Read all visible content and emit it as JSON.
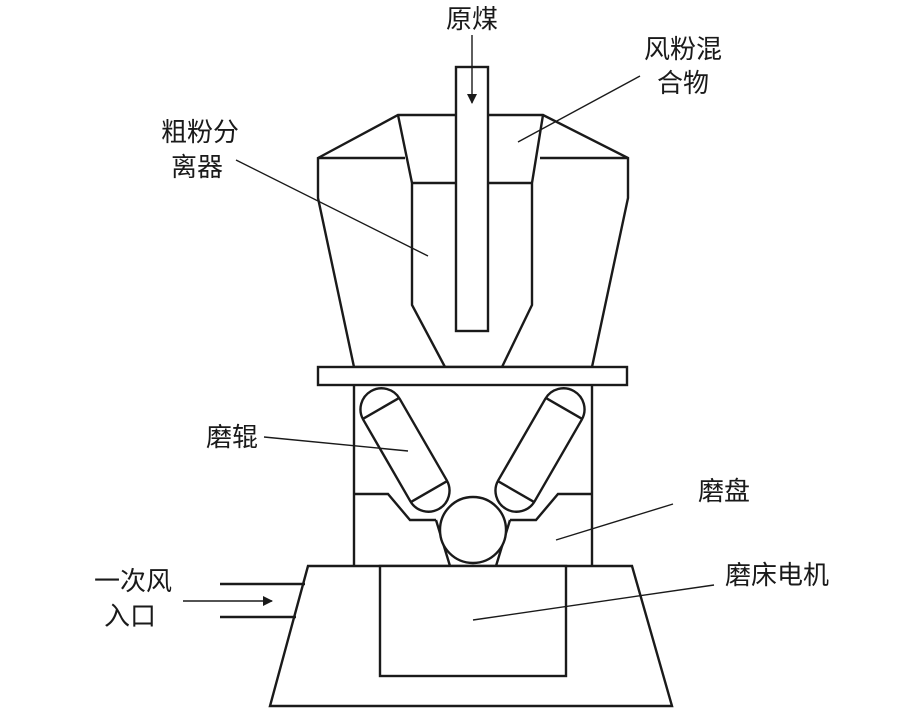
{
  "labels": {
    "raw_coal": "原煤",
    "air_powder_1": "风粉混",
    "air_powder_2": "合物",
    "separator_1": "粗粉分",
    "separator_2": "离器",
    "roller": "磨辊",
    "grinding_table": "磨盘",
    "primary_air_1": "一次风",
    "primary_air_2": "入口",
    "motor": "磨床电机"
  }
}
